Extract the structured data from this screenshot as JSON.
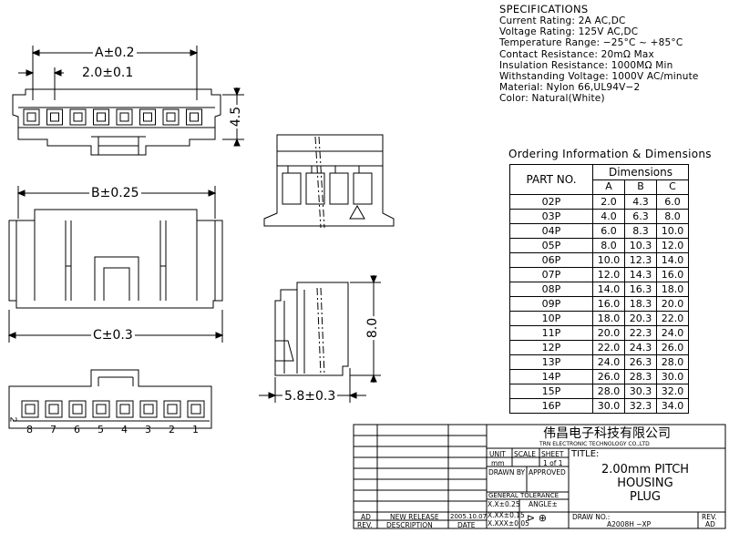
{
  "specifications": {
    "heading": "SPECIFICATIONS",
    "lines": [
      "Current Rating: 2A AC,DC",
      "Voltage Rating: 125V AC,DC",
      "Temperature Range: −25°C ~ +85°C",
      "Contact Resistance: 20mΩ Max",
      "Insulation Resistance: 1000MΩ Min",
      "Withstanding Voltage: 1000V AC/minute",
      "Material: Nylon 66,UL94V−2",
      "Color: Natural(White)"
    ]
  },
  "ordering": {
    "title": "Ordering Information & Dimensions",
    "part_no_header": "PART NO.",
    "dimensions_header": "Dimensions",
    "columns": [
      "A",
      "B",
      "C"
    ],
    "rows": [
      {
        "part": "02P",
        "a": "2.0",
        "b": "4.3",
        "c": "6.0"
      },
      {
        "part": "03P",
        "a": "4.0",
        "b": "6.3",
        "c": "8.0"
      },
      {
        "part": "04P",
        "a": "6.0",
        "b": "8.3",
        "c": "10.0"
      },
      {
        "part": "05P",
        "a": "8.0",
        "b": "10.3",
        "c": "12.0"
      },
      {
        "part": "06P",
        "a": "10.0",
        "b": "12.3",
        "c": "14.0"
      },
      {
        "part": "07P",
        "a": "12.0",
        "b": "14.3",
        "c": "16.0"
      },
      {
        "part": "08P",
        "a": "14.0",
        "b": "16.3",
        "c": "18.0"
      },
      {
        "part": "09P",
        "a": "16.0",
        "b": "18.3",
        "c": "20.0"
      },
      {
        "part": "10P",
        "a": "18.0",
        "b": "20.3",
        "c": "22.0"
      },
      {
        "part": "11P",
        "a": "20.0",
        "b": "22.3",
        "c": "24.0"
      },
      {
        "part": "12P",
        "a": "22.0",
        "b": "24.3",
        "c": "26.0"
      },
      {
        "part": "13P",
        "a": "24.0",
        "b": "26.3",
        "c": "28.0"
      },
      {
        "part": "14P",
        "a": "26.0",
        "b": "28.3",
        "c": "30.0"
      },
      {
        "part": "15P",
        "a": "28.0",
        "b": "30.3",
        "c": "32.0"
      },
      {
        "part": "16P",
        "a": "30.0",
        "b": "32.3",
        "c": "34.0"
      }
    ]
  },
  "dimensions": {
    "a": "A±0.2",
    "pitch": "2.0±0.1",
    "height": "4.5",
    "b": "B±0.25",
    "c": "C±0.3",
    "side_height": "8.0",
    "depth": "5.8±0.3"
  },
  "pin_numbers": [
    "8",
    "7",
    "6",
    "5",
    "4",
    "3",
    "2",
    "1"
  ],
  "pin_marker": "2",
  "title_block": {
    "company_cn": "伟昌电子科技有限公司",
    "company_en": "TRN ELECTRONIC TECHNOLOGY CO.,LTD",
    "unit_label": "UNIT",
    "scale_label": "SCALE",
    "sheet_label": "SHEET",
    "unit_value": "mm",
    "sheet_value": "1 of 1",
    "drawn_by": "DRAWN BY",
    "approved": "APPROVED",
    "title_label": "TITLE:",
    "title_lines": [
      "2.00mm PITCH",
      "HOUSING",
      "PLUG"
    ],
    "general_tolerance": "GENERAL TOLERANCE",
    "tol_1": "X.X±0.25",
    "tol_2": "X.XX±0.15",
    "tol_3": "X.XXX±0.05",
    "angle": "ANGLE±",
    "draw_no_label": "DRAW NO.:",
    "draw_no": "A2008H −XP",
    "rev_label": "REV.",
    "rev_value": "AD",
    "rev_row": {
      "rev": "AD",
      "description": "NEW RELEASE",
      "date": "2005.10.07"
    },
    "rev_header": {
      "rev": "REV.",
      "description": "DESCRIPTION",
      "date": "DATE"
    }
  }
}
